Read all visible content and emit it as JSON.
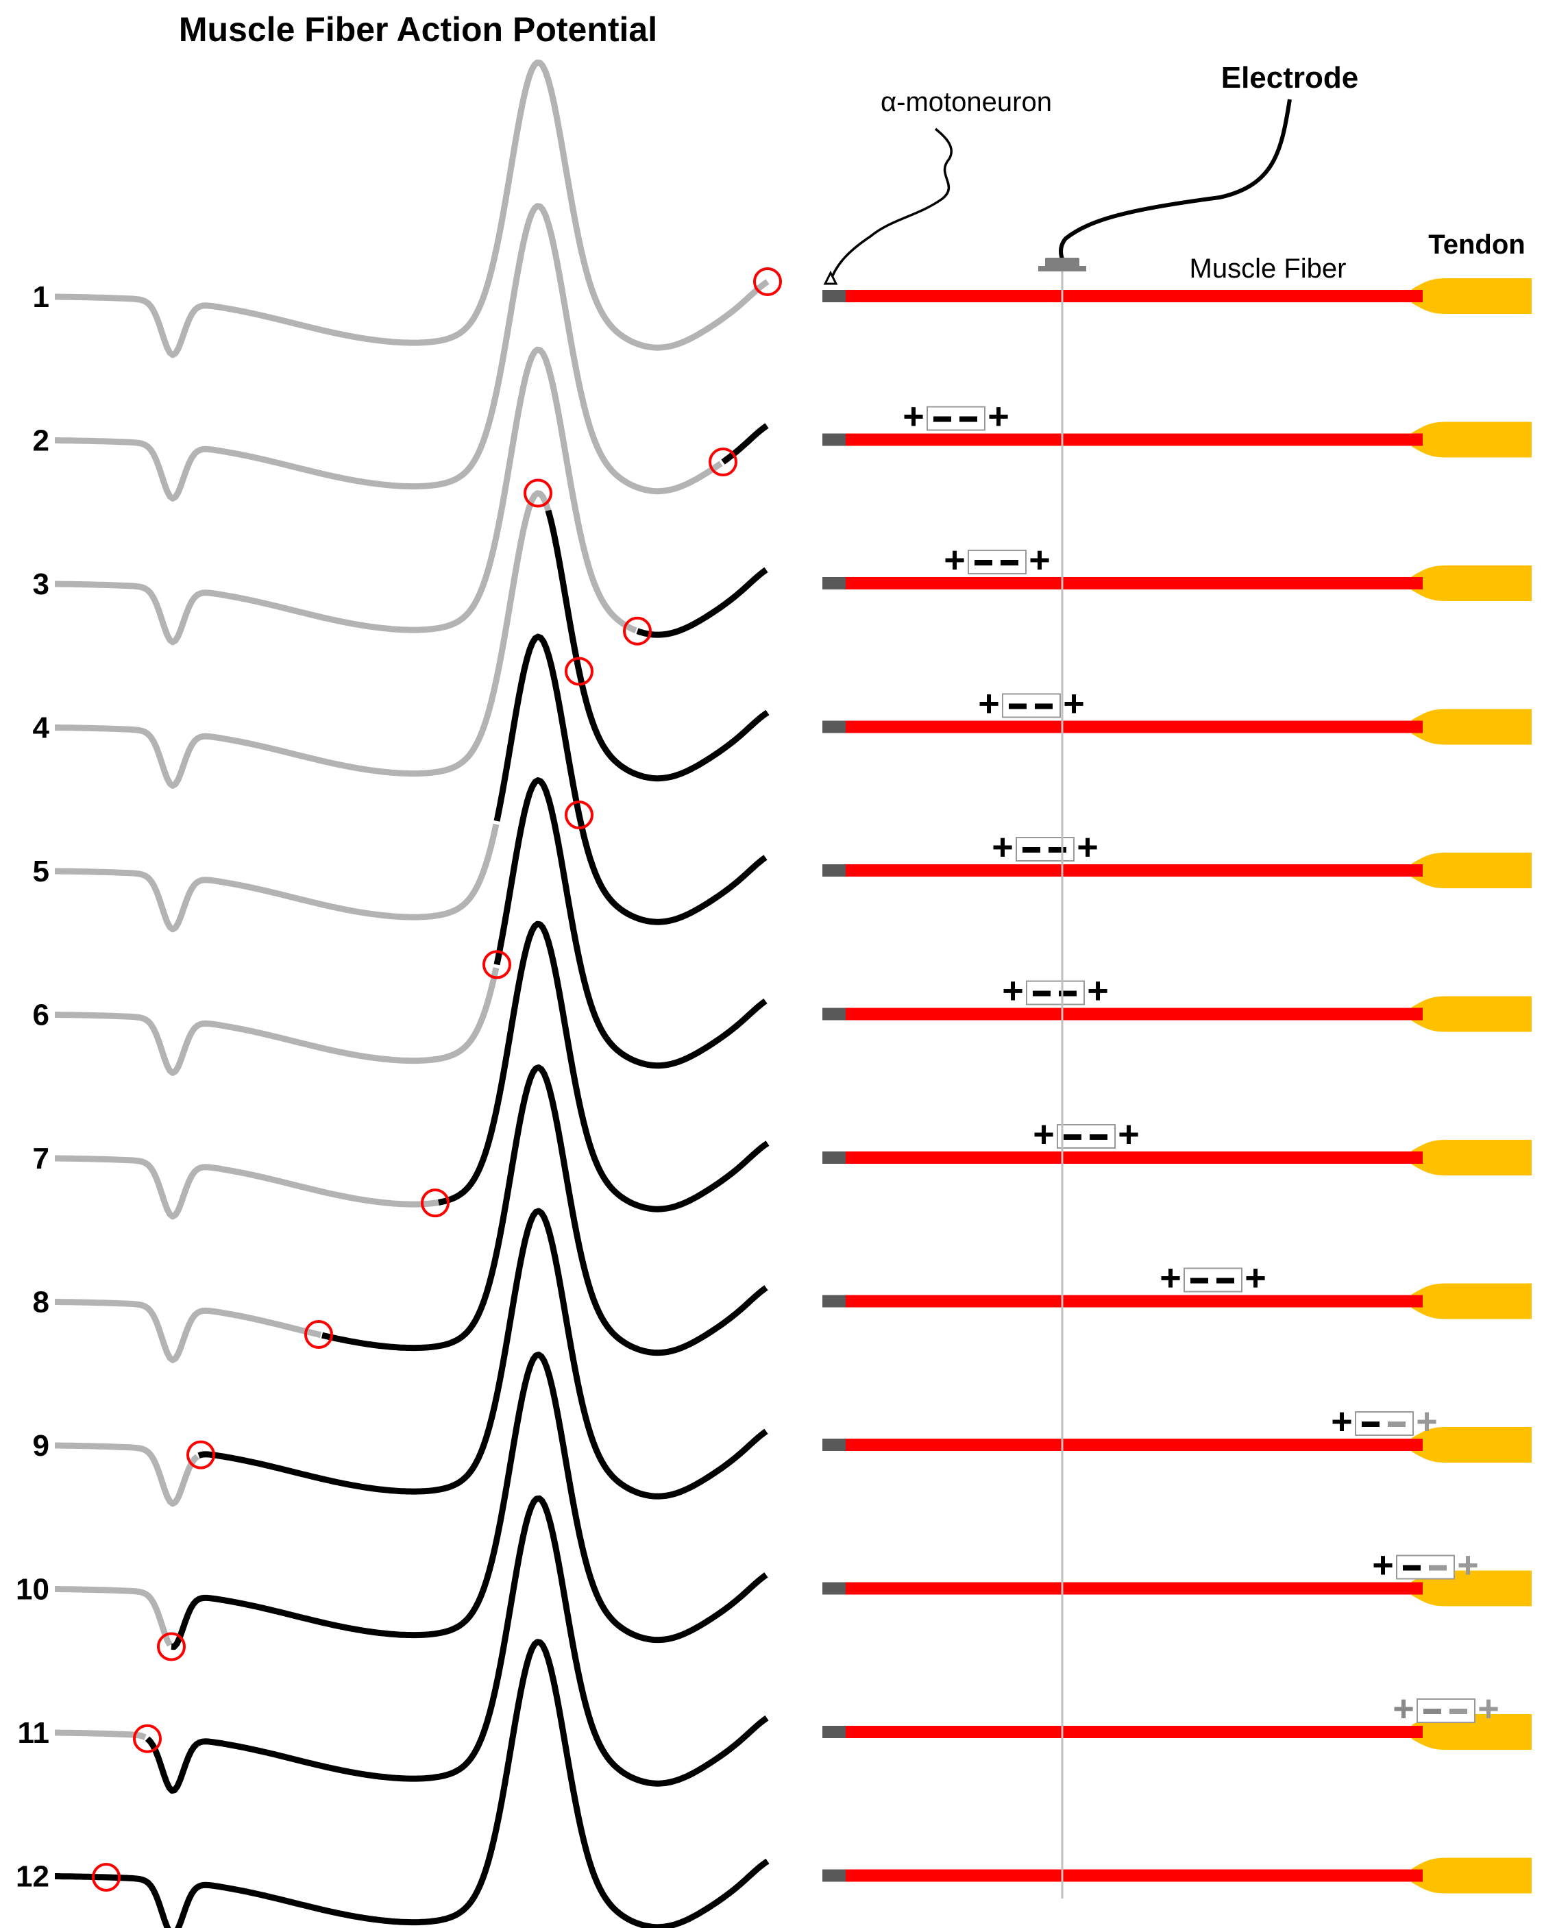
{
  "title": "Muscle Fiber Action Potential",
  "labels": {
    "motoneuron": "α-motoneuron",
    "electrode": "Electrode",
    "muscle_fiber": "Muscle Fiber",
    "tendon": "Tendon"
  },
  "charge_symbols": {
    "plus": "+",
    "minus": "−"
  },
  "colors": {
    "trace_gray": "#b3b3b3",
    "trace_black": "#000000",
    "marker": "#ff0000",
    "fiber": "#ff0000",
    "tendon": "#ffc000",
    "endplate": "#595959",
    "electrode": "#7f7f7f",
    "electrode_line": "#bfbfbf"
  },
  "rows": [
    {
      "label": "1"
    },
    {
      "label": "2"
    },
    {
      "label": "3"
    },
    {
      "label": "4"
    },
    {
      "label": "5"
    },
    {
      "label": "6"
    },
    {
      "label": "7"
    },
    {
      "label": "8"
    },
    {
      "label": "9"
    },
    {
      "label": "10"
    },
    {
      "label": "11"
    },
    {
      "label": "12"
    }
  ]
}
